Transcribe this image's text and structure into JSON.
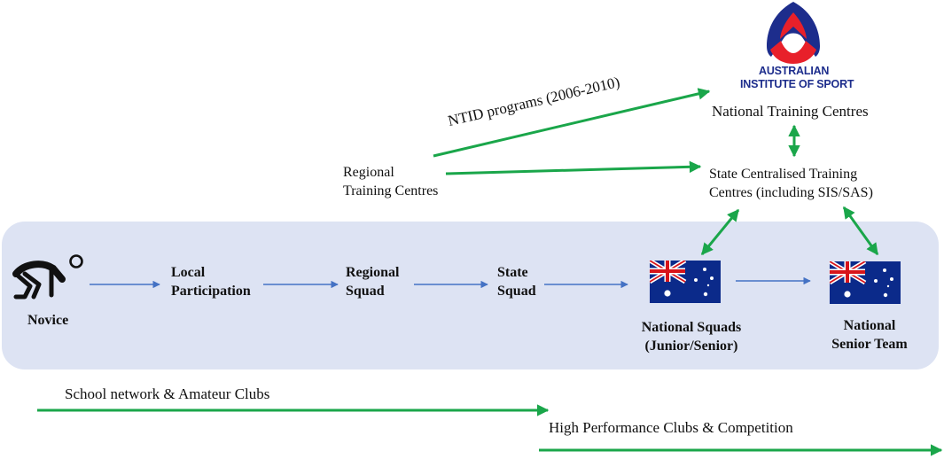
{
  "logo": {
    "name": "Australian Institute of Sport logo",
    "line1": "AUSTRALIAN",
    "line2": "INSTITUTE OF SPORT"
  },
  "colors": {
    "arrow_green": "#1aa64a",
    "arrow_blue": "#4472c4",
    "band": "#dde3f3",
    "logo_red": "#e8202a",
    "logo_blue": "#1d2d8c",
    "flag_blue": "#0b2a8a"
  },
  "nodes": {
    "national_training_centres": "National Training Centres",
    "ntid_programs": "NTID programs (2006-2010)",
    "regional_training_centres": {
      "line1": "Regional",
      "line2": "Training Centres"
    },
    "state_centralised": {
      "line1": "State Centralised Training",
      "line2": "Centres (including SIS/SAS)"
    },
    "novice": "Novice",
    "local_participation": {
      "line1": "Local",
      "line2": "Participation"
    },
    "regional_squad": {
      "line1": "Regional",
      "line2": "Squad"
    },
    "state_squad": {
      "line1": "State",
      "line2": "Squad"
    },
    "national_squads": {
      "line1": "National Squads",
      "line2": "(Junior/Senior)"
    },
    "national_senior_team": {
      "line1": "National",
      "line2": "Senior Team"
    }
  },
  "pathways": {
    "school_network": "School network & Amateur Clubs",
    "high_performance": "High Performance Clubs & Competition"
  },
  "icons": {
    "novice": "sprinter-start-icon",
    "flags": "australian-flag-icon"
  }
}
